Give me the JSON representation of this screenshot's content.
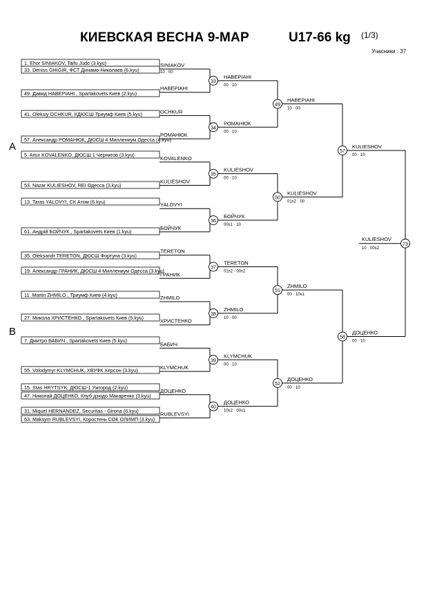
{
  "header": {
    "title": "КИЕВСКАЯ ВЕСНА  9-МАР",
    "weight_class": "U17-66 kg",
    "page_indicator": "(1/3)",
    "participants": "Учасники : 37"
  },
  "pools": [
    "A",
    "B"
  ],
  "entries": [
    {
      "label": "1. Ehor SINIAKOV, Taifu Judo (3.kyu)"
    },
    {
      "label": "33. Deniss GHIGIR, ФСТ Динамо-Николаев (6.kyu)"
    },
    {
      "label": "49. Давид НАВЕРІАНІ , Spartakovets Киев (2.kyu)"
    },
    {
      "label": "41. Oleksiy OCHKUR, КДЮСШ Триумф  Киев (5.kyu)"
    },
    {
      "label": "57. Александр  РОМАНЮК, ДЮСШ 4 Миллениум Одесса (4.kyu)"
    },
    {
      "label": "5. Artur KOVALENKO, ДЮСШ 1 Чернигов (3.kyu)"
    },
    {
      "label": "53. Nazar KULIESHOV, REI Одесса (3.kyu)"
    },
    {
      "label": "13. Taras YALOVYI, СК Атом (6.kyu)"
    },
    {
      "label": "61. Андрій БОЙЧУК , Spartakovets Киев (1.kyu)"
    },
    {
      "label": "35. Oleksandr TERETON, ДЮСШ Фортуна (3.kyu)"
    },
    {
      "label": "19. Александр ГРАНИК, ДЮСШ 4 Миллениум Одесса (3.kyu)"
    },
    {
      "label": "11. Martin ZHMILO , Триумф  Киев (4.kyu)"
    },
    {
      "label": "27. Микола ХРИСТЕНКО , Spartakovets Киев (5.kyu)"
    },
    {
      "label": "7. Дмитро БАБИЧ , Spartakovets Киев (5.kyu)"
    },
    {
      "label": "55. Volodymyr KLYMCHUK, ХВУФК Херсон (3.kyu)"
    },
    {
      "label": "15. Stas HRYTSYK, ДЮСШ-1 Ужгород (2.kyu)"
    },
    {
      "label": "47. Николай ДОЦЕНКО, Клуб дзюдо Макаренко (3.kyu)"
    },
    {
      "label": "31. Miquel HERNANDEZ, Securitas - Girona (6.kyu)"
    },
    {
      "label": "63. Maksym RUBLEVSYI, Коростень СОК ОЛИМП (3.kyu)"
    }
  ],
  "prelims": [
    {
      "winner": "SINIAKOV",
      "score": "10 · 00"
    },
    {
      "winner": "НАВЕРІАНІ",
      "score": ""
    },
    {
      "winner": "OCHKUR",
      "score": ""
    },
    {
      "winner": "РОМАНЮК",
      "score": ""
    },
    {
      "winner": "KOVALENKO",
      "score": ""
    },
    {
      "winner": "KULIESHOV",
      "score": ""
    },
    {
      "winner": "YALOVYI",
      "score": ""
    },
    {
      "winner": "БОЙЧУК",
      "score": ""
    },
    {
      "winner": "TERETON",
      "score": ""
    },
    {
      "winner": "ГРАНИК",
      "score": ""
    },
    {
      "winner": "ZHMILO",
      "score": ""
    },
    {
      "winner": "ХРИСТЕНКО",
      "score": ""
    },
    {
      "winner": "БАБИЧ",
      "score": ""
    },
    {
      "winner": "KLYMCHUK",
      "score": ""
    },
    {
      "winner": "ДОЦЕНКО",
      "score": ""
    },
    {
      "winner": "RUBLEVSYI",
      "score": ""
    }
  ],
  "round2": [
    {
      "match": "33",
      "winner": "НАВЕРІАНІ",
      "score": "00 · 10"
    },
    {
      "match": "34",
      "winner": "РОМАНЮК",
      "score": "00 · 10"
    },
    {
      "match": "35",
      "winner": "KULIESHOV",
      "score": "00 · 10"
    },
    {
      "match": "36",
      "winner": "БОЙЧУК",
      "score": "00s1 · 10"
    },
    {
      "match": "37",
      "winner": "TERETON",
      "score": "01s2 · 00s2"
    },
    {
      "match": "38",
      "winner": "ZHMILO",
      "score": "10 · 00"
    },
    {
      "match": "39",
      "winner": "KLYMCHUK",
      "score": "00 · 10"
    },
    {
      "match": "40",
      "winner": "ДОЦЕНКО",
      "score": "10s2 · 00s1"
    }
  ],
  "round3": [
    {
      "match": "49",
      "winner": "НАВЕРІАНІ",
      "score": "10 · 00"
    },
    {
      "match": "50",
      "winner": "KULIESHOV",
      "score": "01s2 · 00"
    },
    {
      "match": "51",
      "winner": "ZHMILO",
      "score": "00 · 10s1"
    },
    {
      "match": "52",
      "winner": "ДОЦЕНКО",
      "score": "00 · 10"
    }
  ],
  "round4": [
    {
      "match": "57",
      "winner": "KULIESHOV",
      "score": "00 · 10"
    },
    {
      "match": "58",
      "winner": "ДОЦЕНКО",
      "score": "00 · 10"
    }
  ],
  "final": {
    "match": "73",
    "winner": "KULIESHOV",
    "score": "10 · 00s2"
  }
}
